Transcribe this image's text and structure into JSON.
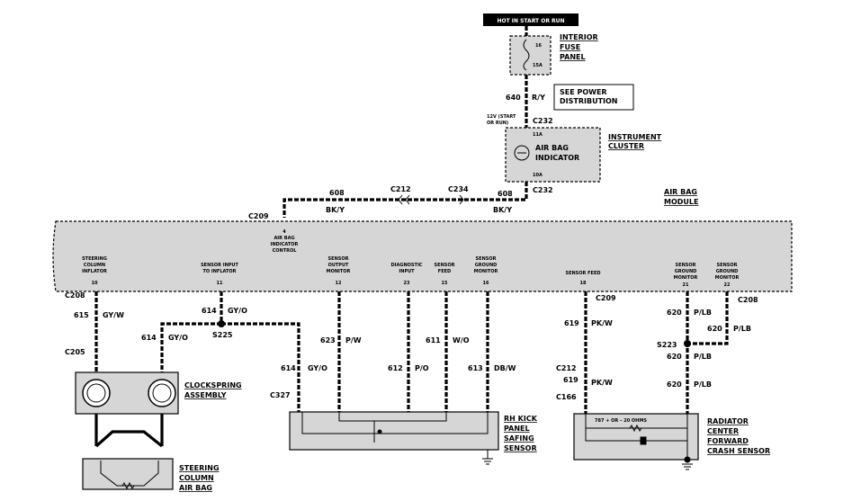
{
  "top_label": "HOT IN START OR RUN",
  "fuse_panel": {
    "l1": "INTERIOR",
    "l2": "FUSE",
    "l3": "PANEL",
    "pin_top": "16",
    "pin_bot": "15A"
  },
  "power_note": {
    "l1": "SEE POWER",
    "l2": "DISTRIBUTION"
  },
  "circuit_640": {
    "num": "640",
    "color": "R/Y"
  },
  "start_run_note": {
    "l1": "12V (START",
    "l2": "OR RUN)"
  },
  "cluster": {
    "l1": "INSTRUMENT",
    "l2": "CLUSTER",
    "pin_top": "11A",
    "pin_bot": "10A",
    "ind1": "AIR BAG",
    "ind2": "INDICATOR"
  },
  "connectors": {
    "c232_top": "C232",
    "c232_bot": "C232",
    "c212_top": "C212",
    "c234": "C234",
    "c209_left": "C209",
    "c208_left": "C208",
    "c209_right": "C209",
    "c208_right": "C208",
    "c205": "C205",
    "c327": "C327",
    "c212_bot": "C212",
    "c166": "C166"
  },
  "splices": {
    "s225": "S225",
    "s223": "S223"
  },
  "module": {
    "l1": "AIR BAG",
    "l2": "MODULE",
    "pin_steering": {
      "l1": "STEERING",
      "l2": "COLUMN",
      "l3": "INFLATOR",
      "pin": "10"
    },
    "pin_indicator": {
      "l1": "AIR BAG",
      "l2": "INDICATOR",
      "l3": "CONTROL",
      "pin": "4"
    },
    "pin_sensor_input": {
      "l1": "SENSOR INPUT",
      "l2": "TO INFLATOR",
      "pin": "11"
    },
    "pin_output_monitor": {
      "l1": "SENSOR",
      "l2": "OUTPUT",
      "l3": "MONITOR",
      "pin": "12"
    },
    "pin_diag": {
      "l1": "DIAGNOSTIC",
      "l2": "INPUT",
      "pin": "23"
    },
    "pin_feed": {
      "l1": "SENSOR",
      "l2": "FEED",
      "pin": "15"
    },
    "pin_gnd_mon1": {
      "l1": "SENSOR",
      "l2": "GROUND",
      "l3": "MONITOR",
      "pin": "16"
    },
    "pin_feed2": {
      "l1": "SENSOR FEED",
      "pin": "18"
    },
    "pin_gnd_mon2": {
      "l1": "SENSOR",
      "l2": "GROUND",
      "l3": "MONITOR",
      "pin": "21"
    },
    "pin_gnd_mon3": {
      "l1": "SENSOR",
      "l2": "GROUND",
      "l3": "MONITOR",
      "pin": "22"
    }
  },
  "wires": {
    "w608_left": {
      "num": "608",
      "color": "BK/Y"
    },
    "w608_right": {
      "num": "608",
      "color": "BK/Y"
    },
    "w615": {
      "num": "615",
      "color": "GY/W"
    },
    "w614_a": {
      "num": "614",
      "color": "GY/O"
    },
    "w614_b": {
      "num": "614",
      "color": "GY/O"
    },
    "w614_c": {
      "num": "614",
      "color": "GY/O"
    },
    "w623": {
      "num": "623",
      "color": "P/W"
    },
    "w612": {
      "num": "612",
      "color": "P/O"
    },
    "w611": {
      "num": "611",
      "color": "W/O"
    },
    "w613": {
      "num": "613",
      "color": "DB/W"
    },
    "w619_a": {
      "num": "619",
      "color": "PK/W"
    },
    "w619_b": {
      "num": "619",
      "color": "PK/W"
    },
    "w620_a": {
      "num": "620",
      "color": "P/LB"
    },
    "w620_b": {
      "num": "620",
      "color": "P/LB"
    },
    "w620_c": {
      "num": "620",
      "color": "P/LB"
    },
    "w620_d": {
      "num": "620",
      "color": "P/LB"
    }
  },
  "clockspring": {
    "l1": "CLOCKSPRING",
    "l2": "ASSEMBLY"
  },
  "airbag": {
    "l1": "STEERING",
    "l2": "COLUMN",
    "l3": "AIR BAG"
  },
  "rh_sensor": {
    "l1": "RH KICK",
    "l2": "PANEL",
    "l3": "SAFING",
    "l4": "SENSOR"
  },
  "rad_sensor": {
    "l1": "RADIATOR",
    "l2": "CENTER",
    "l3": "FORWARD",
    "l4": "CRASH SENSOR",
    "ohms": "787 + OR – 20 OHMS"
  }
}
